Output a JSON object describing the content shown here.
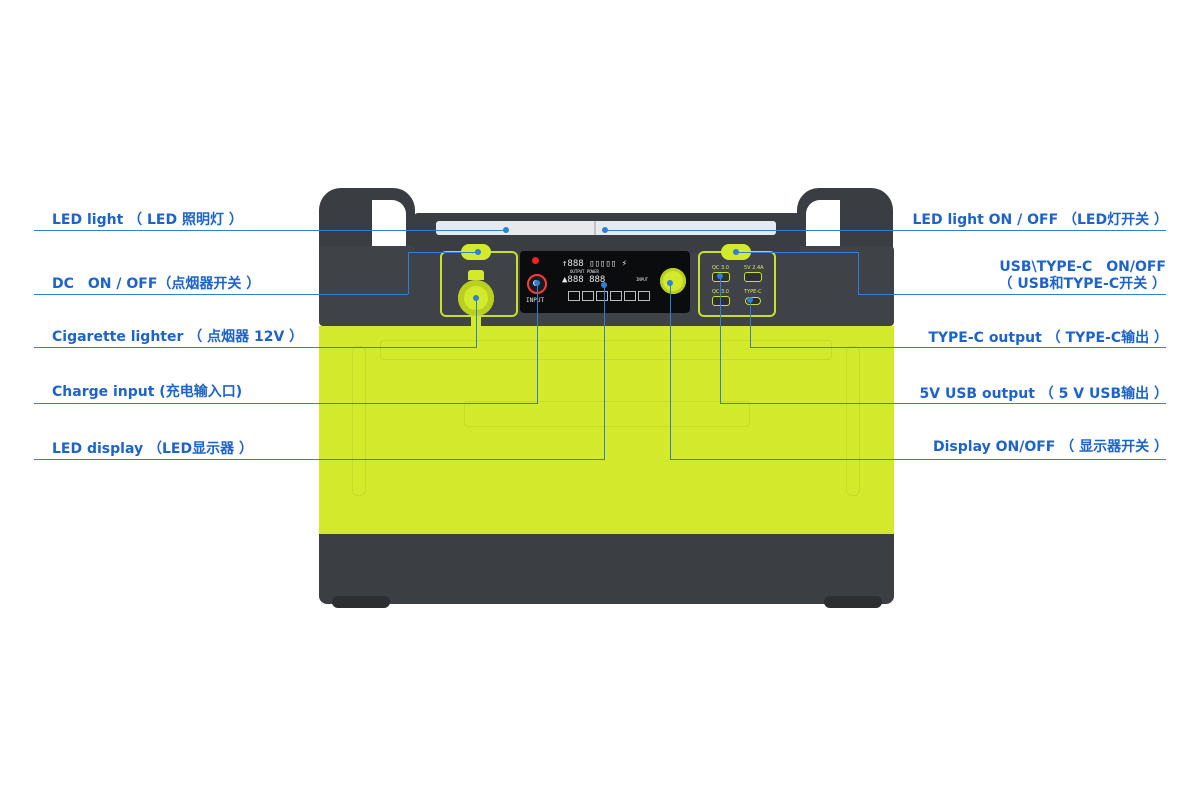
{
  "labels": {
    "left": [
      {
        "key": "led_light",
        "text": "LED light （ LED 照明灯 ）"
      },
      {
        "key": "dc_on_off",
        "text": "DC　ON / OFF（点烟器开关 ）"
      },
      {
        "key": "cigarette_lighter",
        "text": "Cigarette lighter （ 点烟器 12V ）"
      },
      {
        "key": "charge_input",
        "text": "Charge input (充电输入口)"
      },
      {
        "key": "led_display",
        "text": "LED display （LED显示器 ）"
      }
    ],
    "right": [
      {
        "key": "led_light_on_off",
        "text": "LED light ON / OFF （LED灯开关 ）"
      },
      {
        "key": "usb_typec_on_off_line1",
        "text": "USB\\TYPE-C　ON/OFF"
      },
      {
        "key": "usb_typec_on_off_line2",
        "text": "（ USB和TYPE-C开关 ）"
      },
      {
        "key": "typec_output",
        "text": "TYPE-C  output （ TYPE-C输出 ）"
      },
      {
        "key": "usb_output",
        "text": "5V  USB output （ 5 V  USB输出 ）"
      },
      {
        "key": "display_on_off",
        "text": "Display ON/OFF  （ 显示器开关 ）"
      }
    ]
  },
  "device": {
    "input_label": "INPUT",
    "lcd": {
      "row1": "↑888 ▯▯▯▯▯ ⚡",
      "row2": "▲888 888",
      "caption": "OUTPUT POWER",
      "input_tag": "INPUT"
    },
    "usb_ports": [
      {
        "label": "QC 3.0"
      },
      {
        "label": "5V 2.4A"
      },
      {
        "label": "QC 3.0"
      },
      {
        "label": "TYPE-C"
      }
    ]
  },
  "colors": {
    "callout": "#1d63c9",
    "body_green": "#d3ea2c",
    "body_dark": "#3f4247"
  },
  "icons": [
    "cigarette-lighter-socket-icon",
    "battery-icon",
    "lightning-icon",
    "power-button-icon"
  ]
}
